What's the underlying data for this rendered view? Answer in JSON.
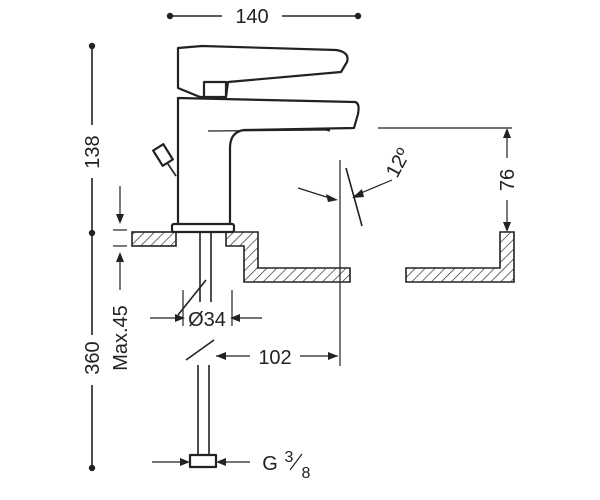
{
  "dimensions": {
    "width_top": "140",
    "height_upper": "138",
    "height_total": "360",
    "max_thickness": "Max.45",
    "diameter": "Ø34",
    "reach": "102",
    "angle": "12º",
    "drop": "76",
    "thread": "G",
    "thread_num": "3",
    "thread_den": "8"
  },
  "colors": {
    "ink": "#222222",
    "background": "#ffffff"
  }
}
